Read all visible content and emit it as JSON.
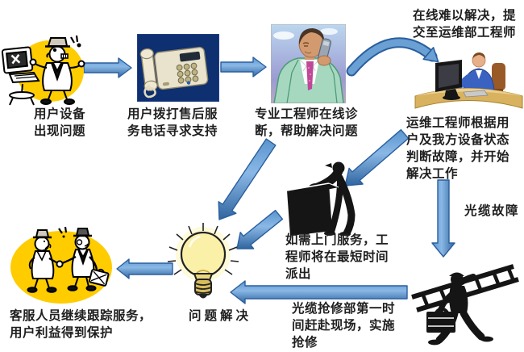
{
  "steps": {
    "user_problem": "用户设备\n出现问题",
    "call_hotline": "用户拨打售后服\n务电话寻求支持",
    "online_diagnosis": "专业工程师在线诊\n断，帮助解决问题",
    "escalation": "在线难以解决，提\n交至运维部工程师",
    "ops_engineer": "运维工程师根据用\n户及我方设备状态\n判断故障，并开始\n解决工作",
    "onsite_dispatch": "如需上门服务，工\n程师将在最短时间\n派出",
    "cable_fault": "光缆故障",
    "cable_repair": "光缆抢修部第一时\n间赶赴现场，实施\n抢修",
    "resolved": "问题解决",
    "follow_up": "客服人员继续跟踪服务，\n用户利益得到保护"
  },
  "illustrations": {
    "user_computer_cartoon": "user-with-computer-cartoon",
    "telephone_photo": "telephone-photo",
    "engineer_on_phone": "engineer-on-phone-photo",
    "ops_engineer_desk": "maintenance-engineer-at-desk-illustration",
    "field_worker": "field-worker-with-box-silhouette",
    "lightbulb": "lightbulb-illustration",
    "cable_repair_worker": "cable-repair-worker-with-ladder-silhouette",
    "handshake_cartoon": "customer-service-handshake-cartoon"
  },
  "colors": {
    "arrow_fill": "#5a94ce",
    "arrow_highlight": "#8ab8e6",
    "arrow_shadow": "#30659f",
    "arrow_stroke": "#2a5f9e",
    "cartoon_yellow": "#ffcc00",
    "phone_bg_navy": "#0e2f70",
    "suit_blue": "#3a62c0",
    "suit_green": "#a6d8c0",
    "tie_magenta": "#c04898",
    "desk_tan": "#ddb266",
    "bulb_yellow": "#fcf2a8",
    "silhouette_black": "#151515",
    "text_color": "#1f1f1f"
  }
}
